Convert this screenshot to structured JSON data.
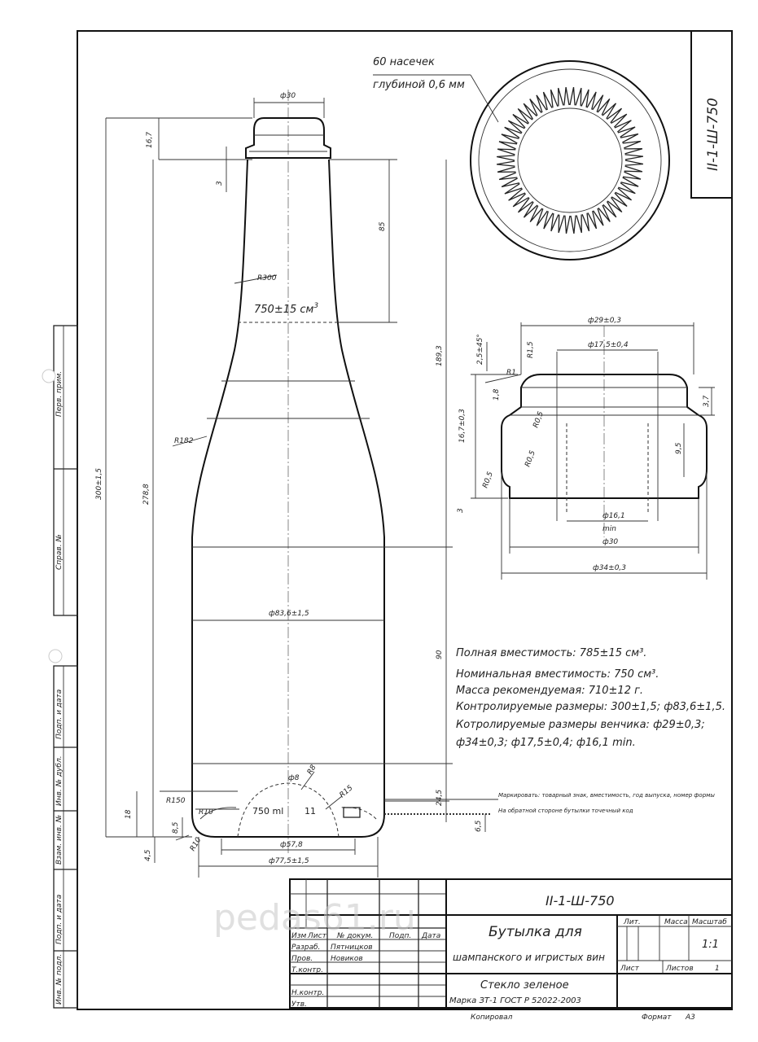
{
  "notch": {
    "line1": "60 насечек",
    "line2": "глубиной 0,6 мм"
  },
  "frame_code": "II-1-Ш-750",
  "bottle": {
    "volume_label": "750±15 см",
    "volume_sup": "3",
    "embossed_volume": "750 ml",
    "embossed_code": "11"
  },
  "dims": {
    "d30_top": "ф30",
    "d16_7": "16,7",
    "d3": "3",
    "d85": "85",
    "r300": "R300",
    "r182": "R182",
    "d189": "189,3",
    "d300": "300±1,5",
    "d278": "278,8",
    "d83": "ф83,6±1,5",
    "d90": "90",
    "d8": "ф8",
    "r8": "R8",
    "r15": "R15",
    "r150": "R150",
    "r10": "R10",
    "d245": "24,5",
    "d18": "18",
    "d85b": "8,5",
    "r10b": "R10",
    "d45": "4,5",
    "d578": "ф57,8",
    "d775": "ф77,5±1,5",
    "d65": "6,5"
  },
  "neck_dims": {
    "d29": "ф29±0,3",
    "d17": "ф17,5±0,4",
    "d25": "2,5±45°",
    "r15": "R1,5",
    "r1": "R1",
    "d18": "1,8",
    "d37": "3,7",
    "d167": "16,7±0,3",
    "r05a": "R0,5",
    "d95": "9,5",
    "r05b": "R0,5",
    "r05c": "R0,5",
    "d3": "3",
    "d161": "ф16,1",
    "min": "min",
    "d30": "ф30",
    "d34": "ф34±0,3"
  },
  "specs": [
    "Полная вместимость: 785±15 см³.",
    "Номинальная вместимость: 750 см³.",
    "Масса рекомендуемая: 710±12 г.",
    "Контролируемые размеры: 300±1,5; ф83,6±1,5.",
    "Котролируемые размеры венчика: ф29±0,3;",
    "ф34±0,3; ф17,5±0,4; ф16,1 min."
  ],
  "marking": {
    "line1": "Маркировать: товарный знак, вместимость, год выпуска, номер формы",
    "line2": "На обратной стороне бутылки точечный код"
  },
  "left_strip": [
    "Перв. прим.",
    "Справ. №",
    "Подп. и дата",
    "Инв. № дубл.",
    "Взам. инв. №",
    "Подп. и дата",
    "Инв. № подл."
  ],
  "title_block": {
    "code": "II-1-Ш-750",
    "name1": "Бутылка для",
    "name2": "шампанского и игристых вин",
    "material1": "Стекло зеленое",
    "material2": "Марка ЗТ-1 ГОСТ Р 52022-2003",
    "headers": [
      "Изм",
      "Лист",
      "№ докум.",
      "Подп.",
      "Дата"
    ],
    "roles": [
      "Разраб.",
      "Пров.",
      "Т.контр.",
      "",
      "Н.контр.",
      "Утв."
    ],
    "names": [
      "Пятницков",
      "Новиков",
      "",
      "",
      "",
      ""
    ],
    "lit": "Лит.",
    "massa": "Масса",
    "scale": "Масштаб",
    "scale_value": "1:1",
    "sheet": "Лист",
    "sheets": "Листов",
    "sheets_value": "1",
    "copied": "Копировал",
    "format": "Формат",
    "format_value": "А3"
  },
  "watermark": "pedas61.ru"
}
